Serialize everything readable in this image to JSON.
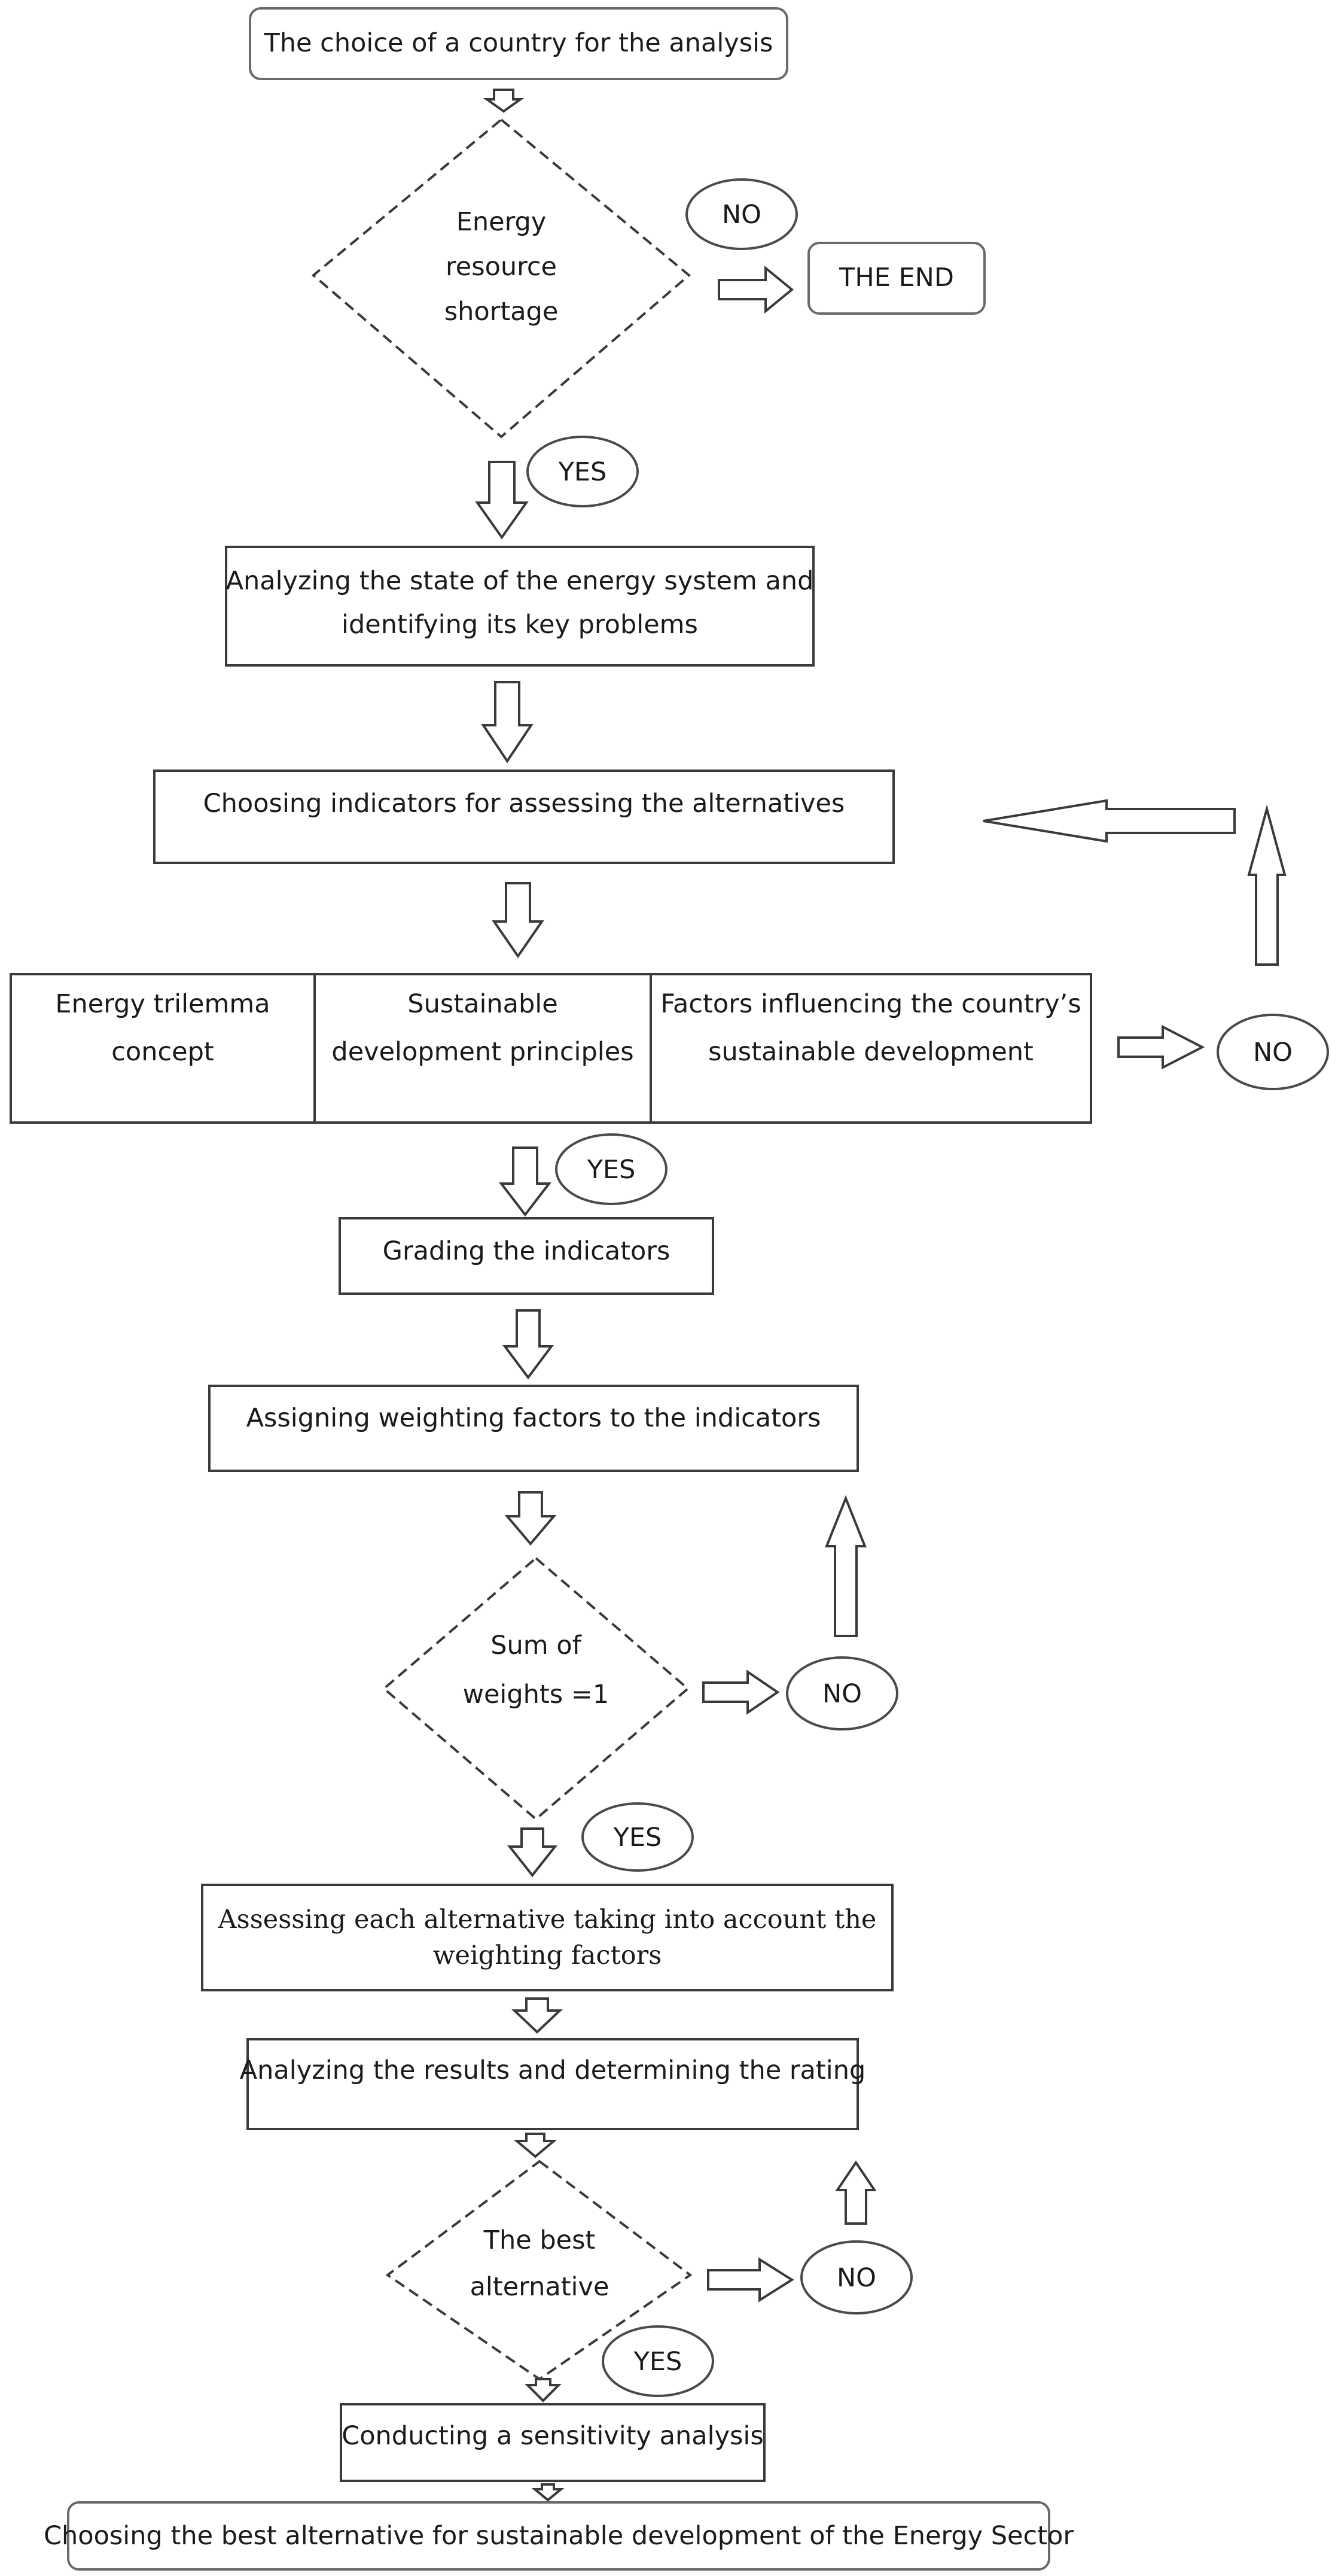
{
  "flowchart": {
    "start": "The choice of a country for the analysis",
    "decision_shortage": [
      "Energy",
      "resource",
      "shortage"
    ],
    "no_1": "NO",
    "end": "THE END",
    "yes_1": "YES",
    "analyze_state": [
      "Analyzing the state of the energy system and",
      "identifying its key problems"
    ],
    "choose_indicators": "Choosing indicators for assessing the alternatives",
    "trilemma": [
      "Energy trilemma",
      "concept"
    ],
    "sustainable_principles": [
      "Sustainable",
      "development principles"
    ],
    "factors": [
      "Factors influencing the country’s",
      "sustainable development"
    ],
    "no_2": "NO",
    "yes_2": "YES",
    "grading": "Grading the indicators",
    "assign_weights": "Assigning weighting factors to the indicators",
    "decision_weights": [
      "Sum of",
      "weights =1"
    ],
    "no_3": "NO",
    "yes_3": "YES",
    "assess_each": [
      "Assessing each alternative taking into account the",
      "weighting factors"
    ],
    "analyze_results": "Analyzing the results and determining the rating",
    "decision_best": [
      "The best",
      "alternative"
    ],
    "no_4": "NO",
    "yes_4": "YES",
    "sensitivity": "Conducting a sensitivity analysis",
    "final": "Choosing the best alternative for sustainable development of the Energy Sector"
  }
}
